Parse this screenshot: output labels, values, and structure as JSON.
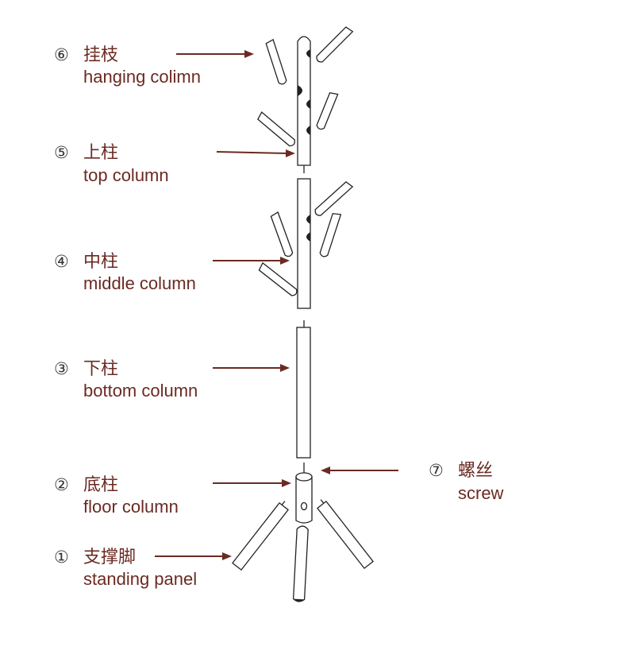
{
  "parts": [
    {
      "number": "⑥",
      "cn": "挂枝",
      "en": "hanging colimn"
    },
    {
      "number": "⑤",
      "cn": "上柱",
      "en": "top column"
    },
    {
      "number": "④",
      "cn": "中柱",
      "en": "middle column"
    },
    {
      "number": "③",
      "cn": "下柱",
      "en": "bottom column"
    },
    {
      "number": "②",
      "cn": "底柱",
      "en": "floor column"
    },
    {
      "number": "①",
      "cn": "支撑脚",
      "en": "standing panel"
    },
    {
      "number": "⑦",
      "cn": "螺丝",
      "en": "screw"
    }
  ],
  "colors": {
    "label": "#6b2a22",
    "line": "#222222",
    "number": "#333333"
  }
}
